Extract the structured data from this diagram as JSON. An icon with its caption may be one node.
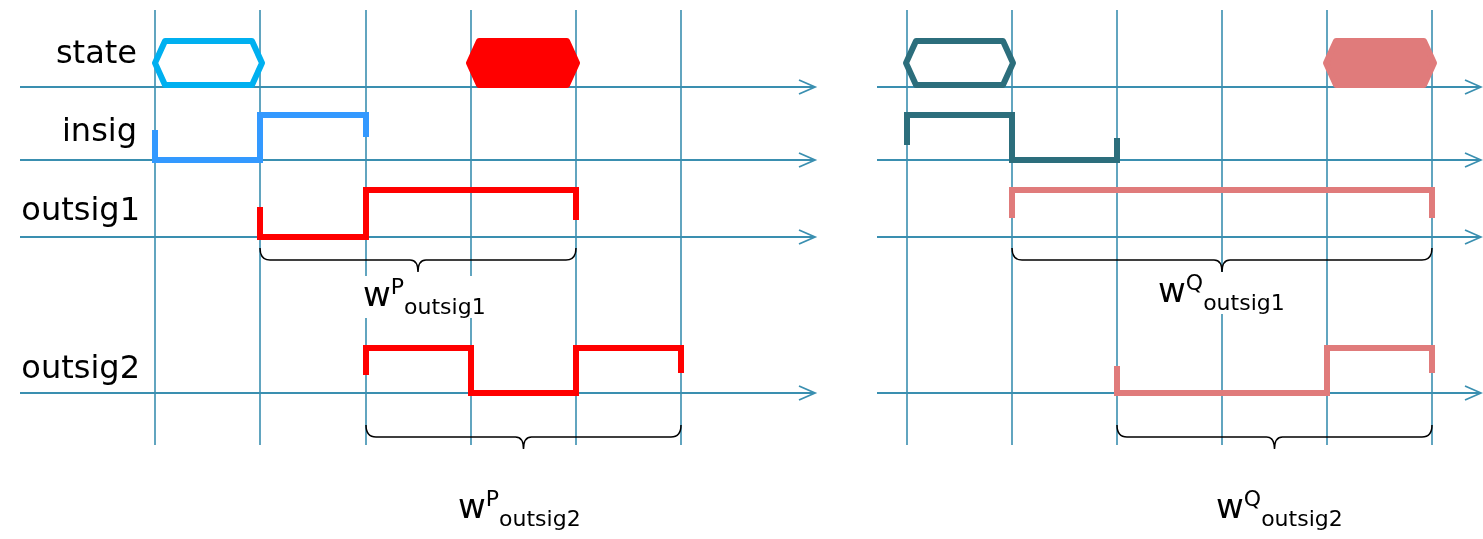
{
  "diagram": {
    "labels": [
      "state",
      "insig",
      "outsig1",
      "w$^{P}$$_{outsig1}$",
      "w$^{Q}$$_{outsig1}$",
      "outsig2",
      "w$^{P}$$_{outsig2}$",
      "w$^{Q}$$_{outsig2}$"
    ]
  }
}
